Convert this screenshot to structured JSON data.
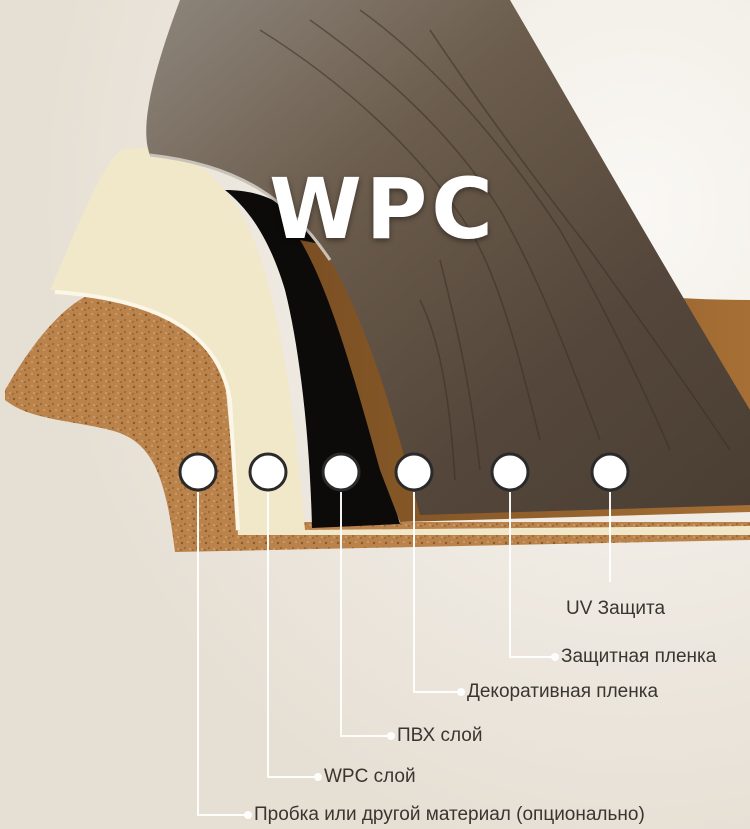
{
  "title": "WPC",
  "layers": [
    {
      "label": "UV Защита"
    },
    {
      "label": "Защитная пленка"
    },
    {
      "label": "Декоративная пленка"
    },
    {
      "label": "ПВХ слой"
    },
    {
      "label": "WPC слой"
    },
    {
      "label": "Пробка или другой материал (опционально)"
    }
  ],
  "colors": {
    "background": "#ece7df",
    "wood": "#5a4a3a",
    "pvc": "#0d0b0a",
    "wpc": "#f1e7c9",
    "cork": "#b9834b",
    "marker": "#ffffff"
  }
}
